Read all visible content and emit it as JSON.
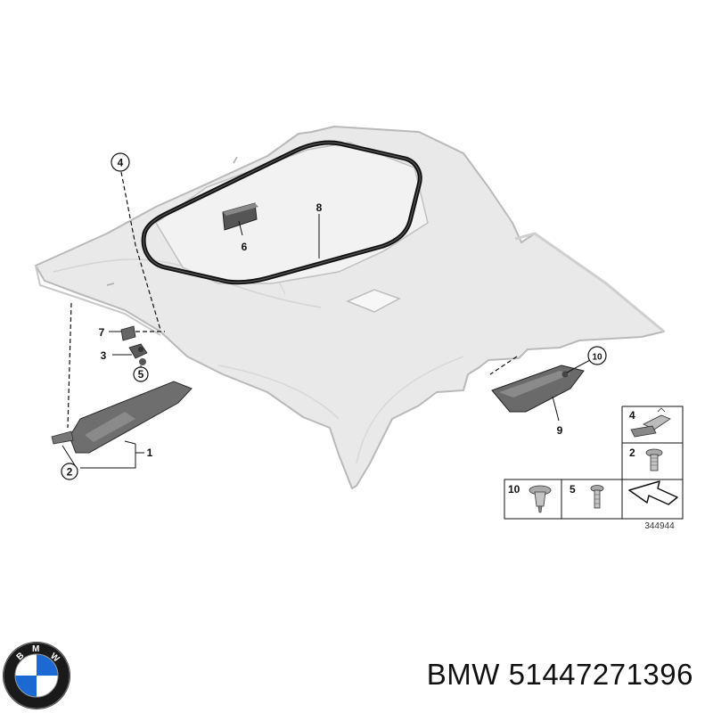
{
  "diagram": {
    "callouts": [
      {
        "id": "callout-1",
        "label": "1"
      },
      {
        "id": "callout-2",
        "label": "2"
      },
      {
        "id": "callout-3",
        "label": "3"
      },
      {
        "id": "callout-4",
        "label": "4"
      },
      {
        "id": "callout-5",
        "label": "5"
      },
      {
        "id": "callout-6",
        "label": "6"
      },
      {
        "id": "callout-7",
        "label": "7"
      },
      {
        "id": "callout-8",
        "label": "8"
      },
      {
        "id": "callout-9",
        "label": "9"
      },
      {
        "id": "callout-10",
        "label": "10"
      }
    ],
    "parts_table": {
      "cells": [
        {
          "label": "4"
        },
        {
          "label": "2"
        },
        {
          "label": "10"
        },
        {
          "label": "5"
        }
      ]
    },
    "reference_number": "344944"
  },
  "footer": {
    "brand_logo_text": "BMW",
    "part_label": "BMW 51447271396"
  }
}
